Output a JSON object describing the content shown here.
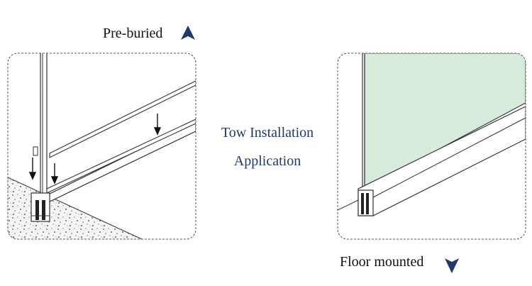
{
  "left_panel": {
    "caption": "Pre-buried",
    "caption_arrow": "up-arrow-icon"
  },
  "right_panel": {
    "caption": "Floor mounted",
    "caption_arrow": "down-arrow-icon"
  },
  "center": {
    "line1": "Tow Installation",
    "line2": "Application"
  },
  "colors": {
    "accent_navy": "#1f3a6b",
    "glass_green": "#d6ebdc",
    "outline": "#333333",
    "frame_dash": "#555555"
  }
}
